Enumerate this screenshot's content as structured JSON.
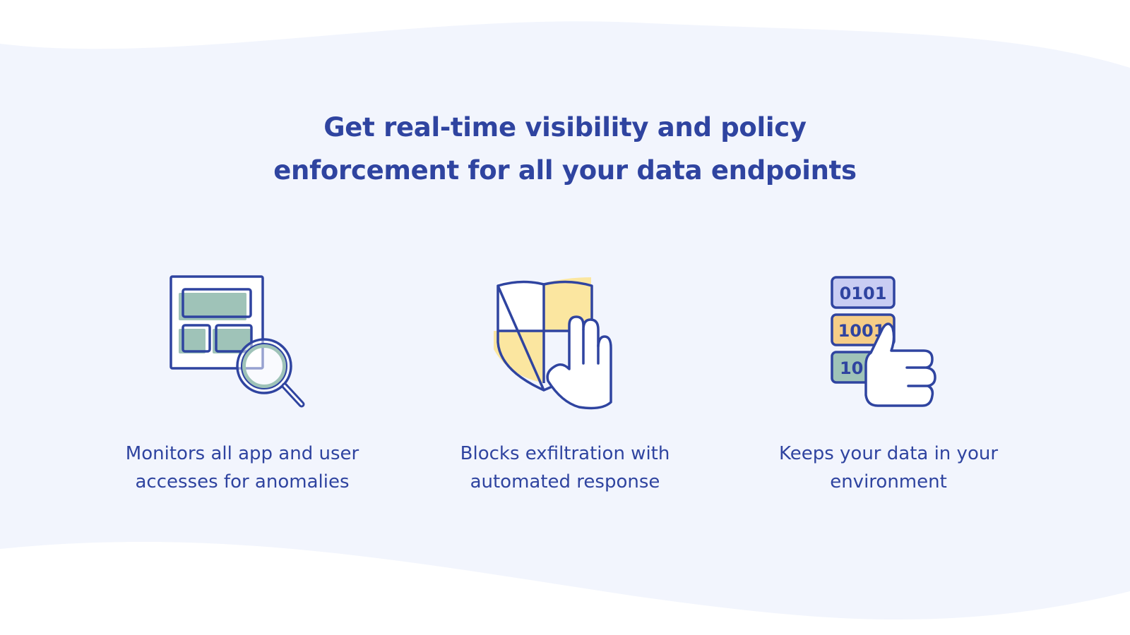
{
  "headline": {
    "line1": "Get real-time visibility and policy",
    "line2": "enforcement for all your data endpoints"
  },
  "features": [
    {
      "line1": "Monitors all app and user",
      "line2": "accesses for anomalies",
      "icon": "dashboard-magnifier-icon"
    },
    {
      "line1": "Blocks exfiltration with",
      "line2": "automated response",
      "icon": "shield-hand-icon"
    },
    {
      "line1": "Keeps your data in your",
      "line2": "environment",
      "icon": "binary-thumbs-up-icon",
      "blocks": [
        "0101",
        "1001",
        "101"
      ]
    }
  ],
  "colors": {
    "ink": "#2f44a0",
    "band": "#f2f5fd",
    "teal": "#9fc3b8",
    "yellow": "#fbe6a0",
    "lavender": "#c9cdf3",
    "orange": "#f5cd87"
  }
}
